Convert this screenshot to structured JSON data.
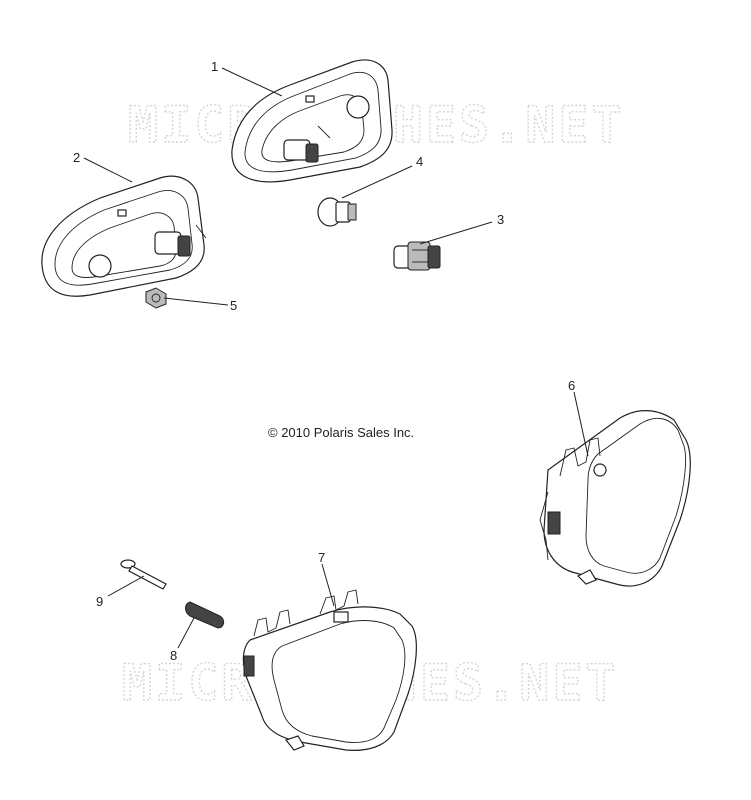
{
  "watermark": "MICROFICHES.NET",
  "copyright": "© 2010 Polaris Sales Inc.",
  "callouts": [
    {
      "id": "callout-1",
      "number": "1"
    },
    {
      "id": "callout-2",
      "number": "2"
    },
    {
      "id": "callout-3",
      "number": "3"
    },
    {
      "id": "callout-4",
      "number": "4"
    },
    {
      "id": "callout-5",
      "number": "5"
    },
    {
      "id": "callout-6",
      "number": "6"
    },
    {
      "id": "callout-7",
      "number": "7"
    },
    {
      "id": "callout-8",
      "number": "8"
    },
    {
      "id": "callout-9",
      "number": "9"
    }
  ]
}
